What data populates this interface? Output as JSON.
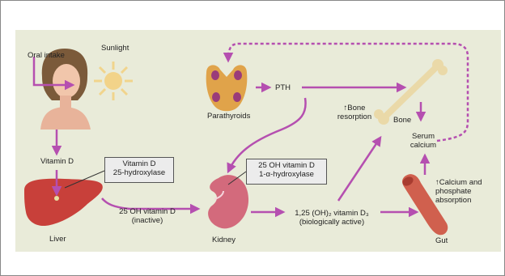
{
  "labels": {
    "oral_intake": "Oral intake",
    "sunlight": "Sunlight",
    "vitamin_d": "Vitamin D",
    "liver": "Liver",
    "parathyroids": "Parathyroids",
    "pth": "PTH",
    "kidney": "Kidney",
    "bone": "Bone",
    "bone_resorption_line1": "↑Bone",
    "bone_resorption_line2": "resorption",
    "serum_calcium_line1": "Serum",
    "serum_calcium_line2": "calcium",
    "gut": "Gut",
    "calcium_absorption_line1": "↑Calcium and",
    "calcium_absorption_line2": "phosphate",
    "calcium_absorption_line3": "absorption",
    "oh_vitamin_d_line1": "25 OH vitamin D",
    "oh_vitamin_d_line2": "(inactive)",
    "calcitriol_line1": "1,25 (OH)₂ vitamin D₃",
    "calcitriol_line2": "(biologically active)"
  },
  "enzymes": {
    "liver_enzyme_line1": "Vitamin D",
    "liver_enzyme_line2": "25-hydroxylase",
    "kidney_enzyme_line1": "25 OH vitamin D",
    "kidney_enzyme_line2": "1-α-hydroxylase"
  },
  "colors": {
    "arrow": "#b54fb0",
    "panel": "#e9ebd9",
    "liver": "#c8403a",
    "kidney": "#d36a7c",
    "bone": "#ead9a8",
    "gut": "#d0604e",
    "parathyroid": "#e0a34a",
    "sun": "#f3cf7a"
  }
}
